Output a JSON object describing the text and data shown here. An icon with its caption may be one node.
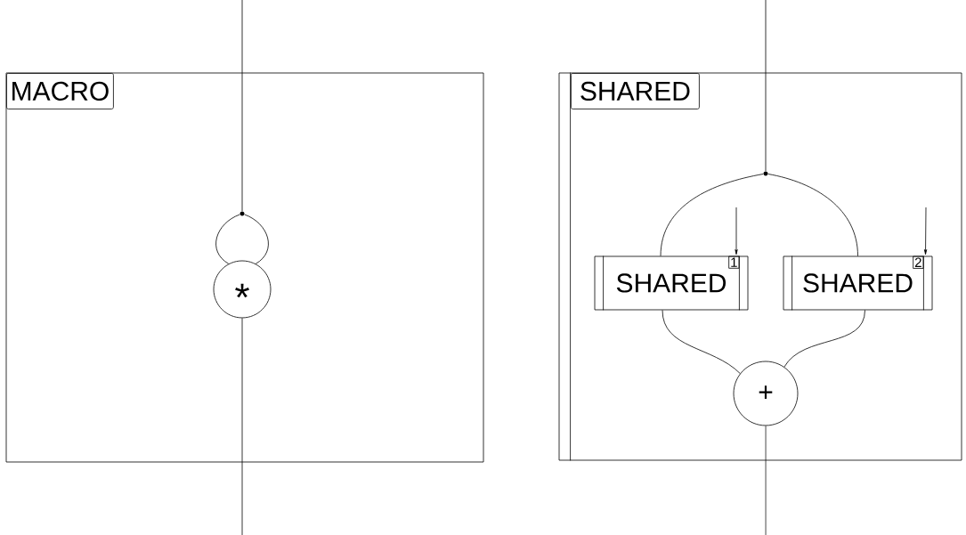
{
  "diagram": {
    "nodes": [
      {
        "text": [
          "MACRO"
        ]
      },
      {
        "text": [],
        "shape": "circle",
        "in": 0
      },
      {
        "text": [
          "*"
        ],
        "in": 0
      },
      {
        "text": [
          "SHARED"
        ]
      },
      {
        "text": [],
        "shape": "circle",
        "in": 3
      },
      {
        "text": [
          "SHARED",
          "1"
        ],
        "in": 3
      },
      {
        "text": [
          "SHARED",
          "2"
        ],
        "in": 3
      },
      {
        "text": [
          "+"
        ],
        "in": 3
      }
    ],
    "edges": [
      {
        "from": null,
        "to": 1,
        "arrow": "none"
      },
      {
        "from": 1,
        "to": 2,
        "arrow": "none"
      },
      {
        "from": 1,
        "to": 2,
        "arrow": "none"
      },
      {
        "from": 2,
        "to": null,
        "arrow": "none"
      },
      {
        "from": null,
        "to": 4,
        "arrow": "none"
      },
      {
        "from": 4,
        "to": 5,
        "arrow": "none"
      },
      {
        "from": 4,
        "to": 6,
        "arrow": "none"
      },
      {
        "from": null,
        "to": 5,
        "arrow": "to"
      },
      {
        "from": null,
        "to": 6,
        "arrow": "to"
      },
      {
        "from": 5,
        "to": 7,
        "arrow": "none"
      },
      {
        "from": 6,
        "to": 7,
        "arrow": "none"
      },
      {
        "from": 7,
        "to": null,
        "arrow": "none"
      }
    ]
  }
}
